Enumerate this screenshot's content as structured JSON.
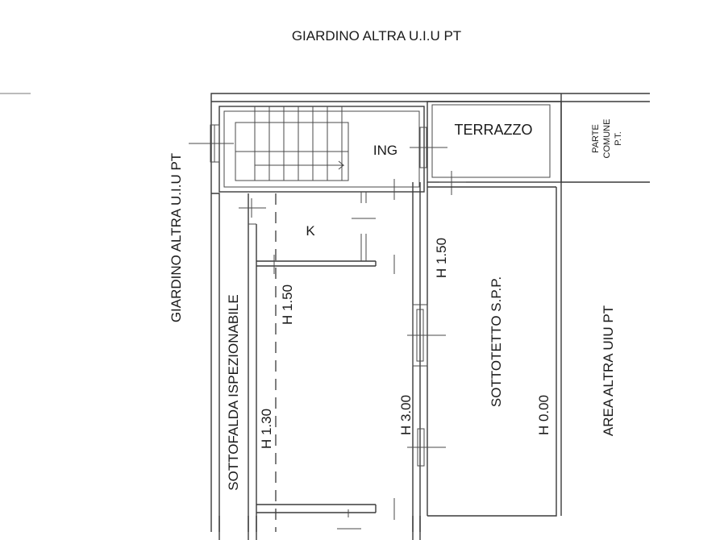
{
  "labels": {
    "garden_top": "GIARDINO ALTRA U.I.U PT",
    "garden_left": "GIARDINO ALTRA U.I.U PT",
    "terrace": "TERRAZZO",
    "entrance": "ING",
    "kitchen": "K",
    "common_part_line1": "PARTE",
    "common_part_line2": "COMUNE",
    "common_part_line3": "P.T.",
    "eaves": "SOTTOFALDA ISPEZIONABILE",
    "attic": "SOTTOTETTO S.P.P.",
    "area_right": "AREA ALTRA UIU PT",
    "height_150_left": "H 1.50",
    "height_150_right": "H 1.50",
    "height_130": "H 1.30",
    "height_300": "H 3.00",
    "height_000": "H 0.00"
  }
}
